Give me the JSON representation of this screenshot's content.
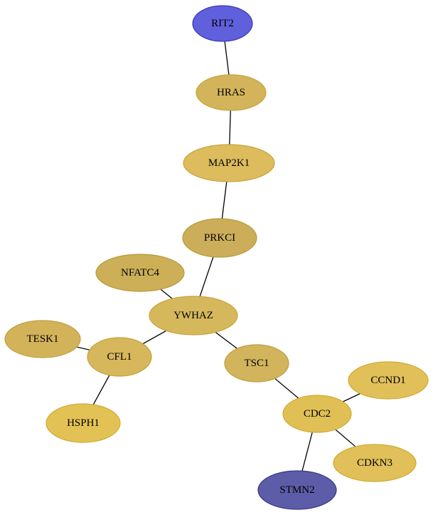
{
  "nodes": [
    {
      "id": "RIT2",
      "label": "RIT2",
      "fill": "#6060dc",
      "stroke": "#3a3ab8"
    },
    {
      "id": "HRAS",
      "label": "HRAS",
      "fill": "#d4b45a",
      "stroke": "#c8a23a"
    },
    {
      "id": "MAP2K1",
      "label": "MAP2K1",
      "fill": "#dcbc5c",
      "stroke": "#c8a23a"
    },
    {
      "id": "PRKCI",
      "label": "PRKCI",
      "fill": "#ccae5a",
      "stroke": "#b89a3a"
    },
    {
      "id": "NFATC4",
      "label": "NFATC4",
      "fill": "#cdaf58",
      "stroke": "#b89a3a"
    },
    {
      "id": "YWHAZ",
      "label": "YWHAZ",
      "fill": "#d6b85c",
      "stroke": "#c8a23a"
    },
    {
      "id": "TESK1",
      "label": "TESK1",
      "fill": "#d3b35a",
      "stroke": "#c09e3a"
    },
    {
      "id": "CFL1",
      "label": "CFL1",
      "fill": "#d6b75c",
      "stroke": "#c8a23a"
    },
    {
      "id": "TSC1",
      "label": "TSC1",
      "fill": "#d2b45c",
      "stroke": "#c09e3a"
    },
    {
      "id": "HSPH1",
      "label": "HSPH1",
      "fill": "#e3c255",
      "stroke": "#d0aa30"
    },
    {
      "id": "CCND1",
      "label": "CCND1",
      "fill": "#e1c05a",
      "stroke": "#d0aa30"
    },
    {
      "id": "CDC2",
      "label": "CDC2",
      "fill": "#e0c055",
      "stroke": "#d0aa30"
    },
    {
      "id": "CDKN3",
      "label": "CDKN3",
      "fill": "#e1c05a",
      "stroke": "#d0aa30"
    },
    {
      "id": "STMN2",
      "label": "STMN2",
      "fill": "#5c5ca8",
      "stroke": "#3a3a8a"
    }
  ],
  "edges": [
    [
      "RIT2",
      "HRAS"
    ],
    [
      "HRAS",
      "MAP2K1"
    ],
    [
      "MAP2K1",
      "PRKCI"
    ],
    [
      "PRKCI",
      "YWHAZ"
    ],
    [
      "NFATC4",
      "YWHAZ"
    ],
    [
      "YWHAZ",
      "CFL1"
    ],
    [
      "YWHAZ",
      "TSC1"
    ],
    [
      "TESK1",
      "CFL1"
    ],
    [
      "CFL1",
      "HSPH1"
    ],
    [
      "TSC1",
      "CDC2"
    ],
    [
      "CCND1",
      "CDC2"
    ],
    [
      "CDC2",
      "CDKN3"
    ],
    [
      "CDC2",
      "STMN2"
    ]
  ]
}
